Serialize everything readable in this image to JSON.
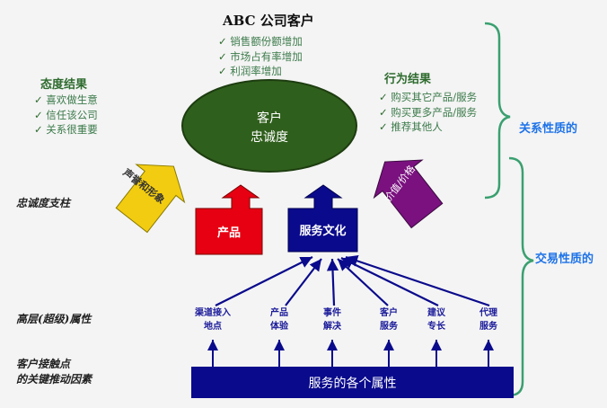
{
  "top": {
    "title": "ABC 公司客户",
    "items": [
      "销售额份额增加",
      "市场占有率增加",
      "利润率增加"
    ]
  },
  "attitude": {
    "title": "态度结果",
    "items": [
      "喜欢做生意",
      "信任该公司",
      "关系很重要"
    ]
  },
  "behavior": {
    "title": "行为结果",
    "items": [
      "购买其它产品/服务",
      "购买更多产品/服务",
      "推荐其他人"
    ]
  },
  "center": {
    "line1": "客户",
    "line2": "忠诚度"
  },
  "braces": {
    "relational": "关系性质的",
    "transactional": "交易性质的"
  },
  "side_labels": {
    "pillars": "忠诚度支柱",
    "high_level": "高层(超级)属性",
    "touch1": "客户接触点",
    "touch2": "的关键推动因素"
  },
  "pillars": {
    "reputation": "声誉和形象",
    "product": "产品",
    "service": "服务文化",
    "value": "价值/价格"
  },
  "attributes": [
    {
      "l1": "渠道接入",
      "l2": "地点"
    },
    {
      "l1": "产品",
      "l2": "体验"
    },
    {
      "l1": "事件",
      "l2": "解决"
    },
    {
      "l1": "客户",
      "l2": "服务"
    },
    {
      "l1": "建议",
      "l2": "专长"
    },
    {
      "l1": "代理",
      "l2": "服务"
    }
  ],
  "base": "服务的各个属性",
  "colors": {
    "ellipse": "#2f5f1c",
    "red": "#e60012",
    "navy": "#0a0a8c",
    "yellow": "#f2cc10",
    "purple": "#7a117f",
    "brace": "#3aa070",
    "blue_text": "#1e73e8"
  }
}
